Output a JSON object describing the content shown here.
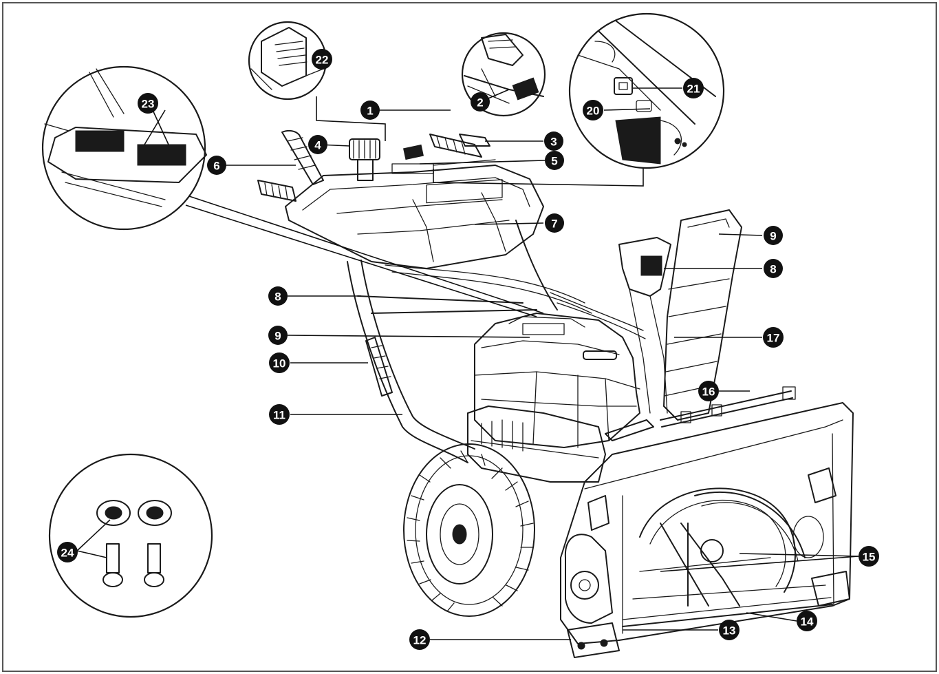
{
  "callouts": [
    {
      "id": "c1",
      "label": "1"
    },
    {
      "id": "c2",
      "label": "2"
    },
    {
      "id": "c3",
      "label": "3"
    },
    {
      "id": "c4",
      "label": "4"
    },
    {
      "id": "c5",
      "label": "5"
    },
    {
      "id": "c6",
      "label": "6"
    },
    {
      "id": "c7",
      "label": "7"
    },
    {
      "id": "c8a",
      "label": "8"
    },
    {
      "id": "c8b",
      "label": "8"
    },
    {
      "id": "c9a",
      "label": "9"
    },
    {
      "id": "c9b",
      "label": "9"
    },
    {
      "id": "c10",
      "label": "10"
    },
    {
      "id": "c11",
      "label": "11"
    },
    {
      "id": "c12",
      "label": "12"
    },
    {
      "id": "c13",
      "label": "13"
    },
    {
      "id": "c14",
      "label": "14"
    },
    {
      "id": "c15",
      "label": "15"
    },
    {
      "id": "c16",
      "label": "16"
    },
    {
      "id": "c17",
      "label": "17"
    },
    {
      "id": "c20",
      "label": "20"
    },
    {
      "id": "c21",
      "label": "21"
    },
    {
      "id": "c22",
      "label": "22"
    },
    {
      "id": "c23",
      "label": "23"
    },
    {
      "id": "c24",
      "label": "24"
    }
  ],
  "colors": {
    "line": "#1a1a1a",
    "bubble": "#111111",
    "bubble_text": "#ffffff",
    "background": "#ffffff",
    "frame": "#555555"
  }
}
